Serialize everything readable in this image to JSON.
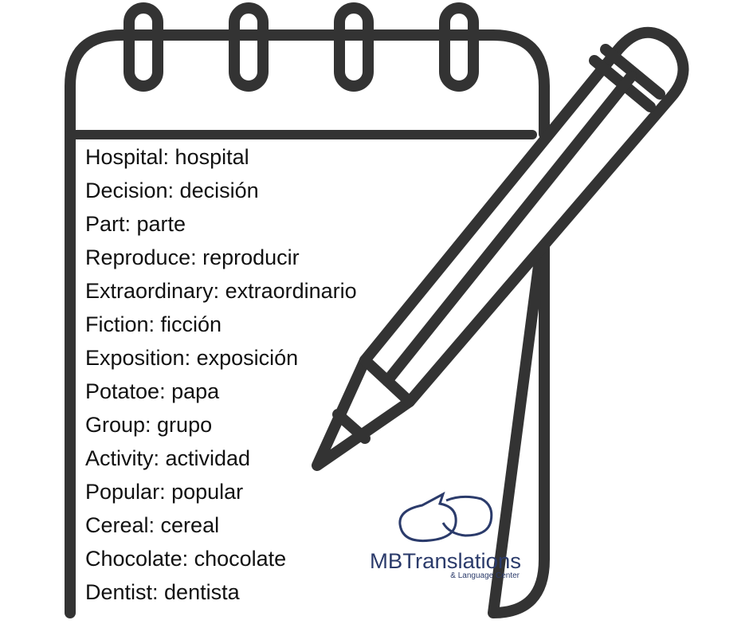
{
  "colors": {
    "outline": "#333333",
    "text": "#111111",
    "logo": "#2b3b6b",
    "background": "#ffffff"
  },
  "vocabulary": [
    {
      "english": "Hospital",
      "spanish": "hospital",
      "text": "Hospital: hospital"
    },
    {
      "english": "Decision",
      "spanish": "decisión",
      "text": "Decision: decisión"
    },
    {
      "english": "Part",
      "spanish": "parte",
      "text": "Part: parte"
    },
    {
      "english": "Reproduce",
      "spanish": "reproducir",
      "text": "Reproduce: reproducir"
    },
    {
      "english": "Extraordinary",
      "spanish": "extraordinario",
      "text": "Extraordinary: extraordinario"
    },
    {
      "english": "Fiction",
      "spanish": "ficción",
      "text": "Fiction: ficción"
    },
    {
      "english": "Exposition",
      "spanish": "exposición",
      "text": "Exposition: exposición"
    },
    {
      "english": "Potatoe",
      "spanish": "papa",
      "text": "Potatoe: papa"
    },
    {
      "english": "Group",
      "spanish": "grupo",
      "text": "Group: grupo"
    },
    {
      "english": "Activity",
      "spanish": "actividad",
      "text": "Activity: actividad"
    },
    {
      "english": "Popular",
      "spanish": "popular",
      "text": "Popular: popular"
    },
    {
      "english": "Cereal",
      "spanish": "cereal",
      "text": "Cereal: cereal"
    },
    {
      "english": "Chocolate",
      "spanish": "chocolate",
      "text": "Chocolate: chocolate"
    },
    {
      "english": "Dentist",
      "spanish": "dentista",
      "text": "Dentist: dentista"
    }
  ],
  "logo": {
    "name": "MBTranslations",
    "tagline": "& Language Center"
  },
  "icons": {
    "notepad": "notepad-icon",
    "pencil": "pencil-icon",
    "logo_mark": "speech-bubbles-icon"
  }
}
